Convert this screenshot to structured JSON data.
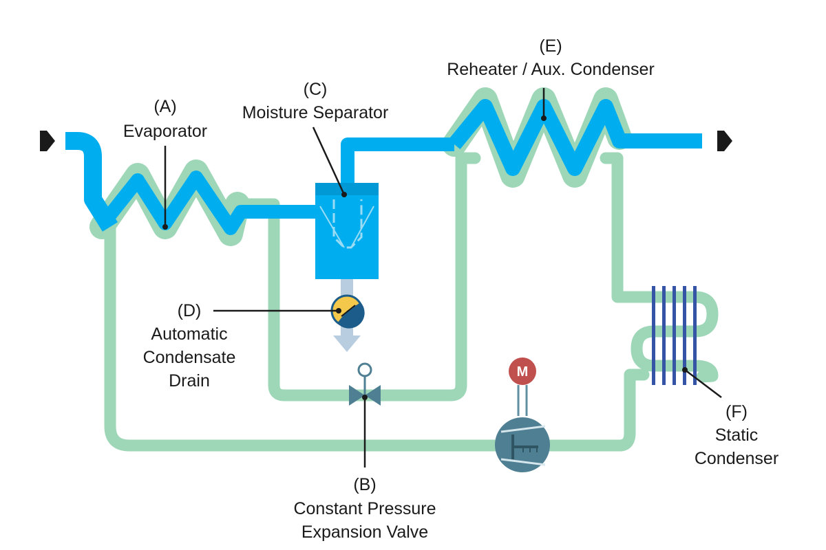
{
  "colors": {
    "air_line": "#00aeef",
    "refrigerant_line": "#9ed7b8",
    "condenser_coil": "#3554a5",
    "drain_body": "#1c5c8a",
    "drain_accent": "#f3c84b",
    "motor": "#c0504d",
    "compressor": "#4f7f92",
    "arrow": "#1a1a1a",
    "condensate_arrow": "#b9cde0"
  },
  "labels": {
    "evaporator": {
      "tag": "(A)",
      "name": "Evaporator"
    },
    "expansion_valve": {
      "tag": "(B)",
      "line1": "Constant Pressure",
      "line2": "Expansion Valve"
    },
    "moisture_separator": {
      "tag": "(C)",
      "name": "Moisture Separator"
    },
    "condensate_drain": {
      "tag": "(D)",
      "line1": "Automatic",
      "line2": "Condensate",
      "line3": "Drain"
    },
    "reheater": {
      "tag": "(E)",
      "name": "Reheater / Aux. Condenser"
    },
    "static_condenser": {
      "tag": "(F)",
      "line1": "Static",
      "line2": "Condenser"
    }
  },
  "motor_letter": "M",
  "icons": {
    "inlet": "inlet-arrow-icon",
    "outlet": "outlet-arrow-icon",
    "motor": "motor-icon",
    "compressor": "compressor-icon",
    "valve": "expansion-valve-icon",
    "drain": "condensate-drain-icon"
  }
}
